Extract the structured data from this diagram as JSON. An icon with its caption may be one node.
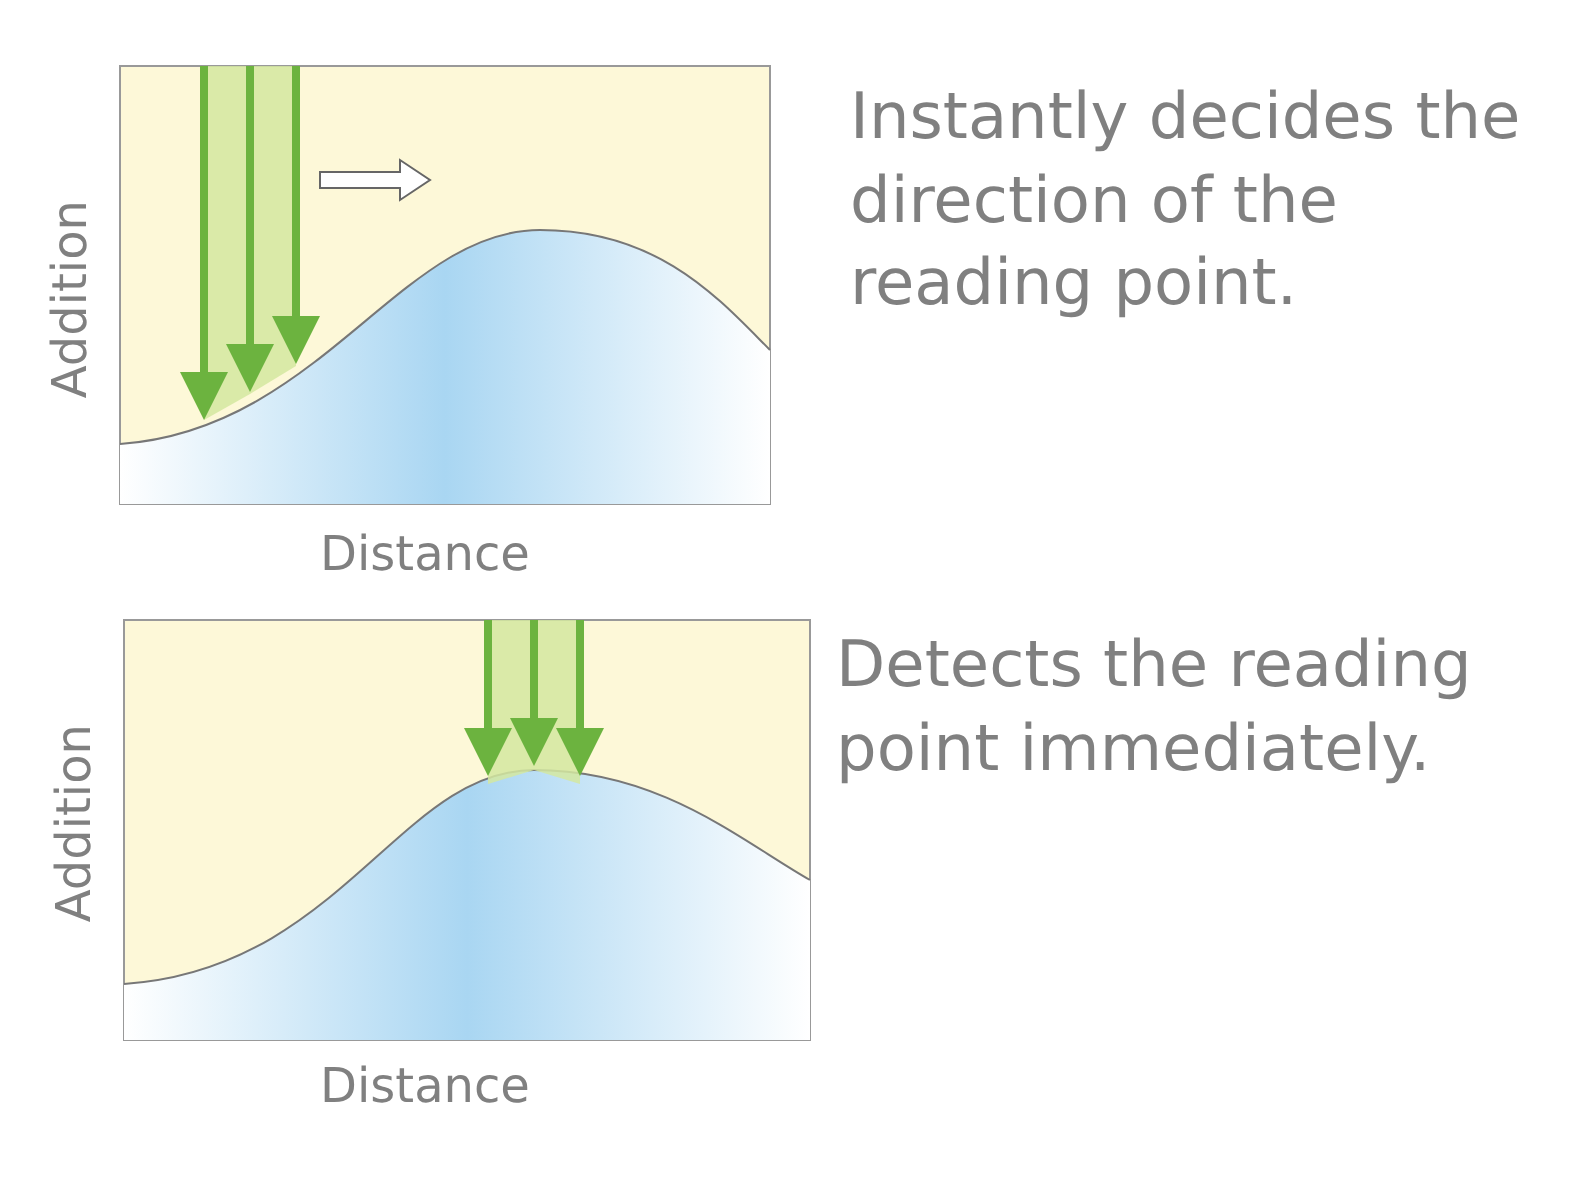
{
  "diagram": {
    "labels": [
      "Addition",
      "Distance",
      "Instantly decides the direction of the reading point.",
      "Addition",
      "Distance",
      "Detects the reading point immediately."
    ]
  }
}
